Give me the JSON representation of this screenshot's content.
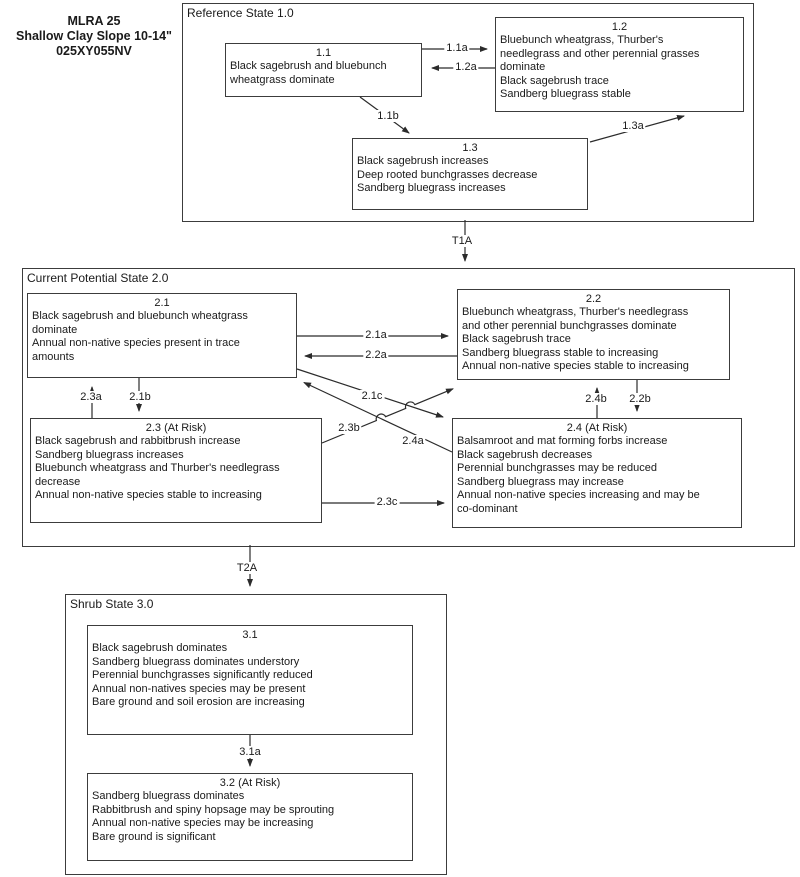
{
  "site": {
    "title_block": "MLRA 25\nShallow Clay Slope 10-14\"\n025XY055NV"
  },
  "colors": {
    "line": "#2b2b2b",
    "text": "#1a1a1a",
    "background": "#ffffff"
  },
  "reference_state": {
    "title": "Reference State 1.0",
    "communities": {
      "c1_1": {
        "title": "1.1",
        "body": "Black sagebrush and bluebunch\nwheatgrass dominate"
      },
      "c1_2": {
        "title": "1.2",
        "body": "Bluebunch wheatgrass, Thurber's\nneedlegrass and other perennial grasses\ndominate\nBlack sagebrush trace\nSandberg bluegrass stable"
      },
      "c1_3": {
        "title": "1.3",
        "body": "Black sagebrush increases\nDeep rooted bunchgrasses decrease\nSandberg bluegrass increases"
      }
    },
    "pathways": {
      "p1_1a": "1.1a",
      "p1_2a": "1.2a",
      "p1_1b": "1.1b",
      "p1_3a": "1.3a"
    }
  },
  "current_potential_state": {
    "title": "Current Potential State 2.0",
    "communities": {
      "c2_1": {
        "title": "2.1",
        "body": "Black sagebrush and bluebunch wheatgrass\ndominate\nAnnual non-native species present in trace\namounts"
      },
      "c2_2": {
        "title": "2.2",
        "body": "Bluebunch wheatgrass, Thurber's needlegrass\nand other perennial bunchgrasses dominate\nBlack sagebrush trace\nSandberg bluegrass stable to increasing\nAnnual non-native species stable to increasing"
      },
      "c2_3": {
        "title": "2.3 (At Risk)",
        "body": "Black sagebrush and rabbitbrush increase\nSandberg bluegrass increases\nBluebunch wheatgrass and Thurber's needlegrass\ndecrease\nAnnual non-native species stable to increasing"
      },
      "c2_4": {
        "title": "2.4 (At Risk)",
        "body": "Balsamroot and mat forming forbs increase\nBlack sagebrush decreases\nPerennial bunchgrasses may be reduced\nSandberg bluegrass may increase\nAnnual non-native species increasing and may be\nco-dominant"
      }
    },
    "pathways": {
      "p2_1a": "2.1a",
      "p2_2a": "2.2a",
      "p2_3a": "2.3a",
      "p2_1b": "2.1b",
      "p2_1c": "2.1c",
      "p2_3b": "2.3b",
      "p2_4a": "2.4a",
      "p2_4b": "2.4b",
      "p2_2b": "2.2b",
      "p2_3c": "2.3c"
    }
  },
  "shrub_state": {
    "title": "Shrub State 3.0",
    "communities": {
      "c3_1": {
        "title": "3.1",
        "body": "Black sagebrush dominates\nSandberg bluegrass dominates understory\nPerennial bunchgrasses significantly reduced\nAnnual non-natives species may be present\nBare ground and soil erosion are increasing"
      },
      "c3_2": {
        "title": "3.2 (At Risk)",
        "body": "Sandberg bluegrass dominates\nRabbitbrush and spiny hopsage may be sprouting\nAnnual non-native species may be increasing\nBare ground is significant"
      }
    },
    "pathways": {
      "p3_1a": "3.1a"
    }
  },
  "transitions": {
    "t1a": "T1A",
    "t2a": "T2A"
  }
}
